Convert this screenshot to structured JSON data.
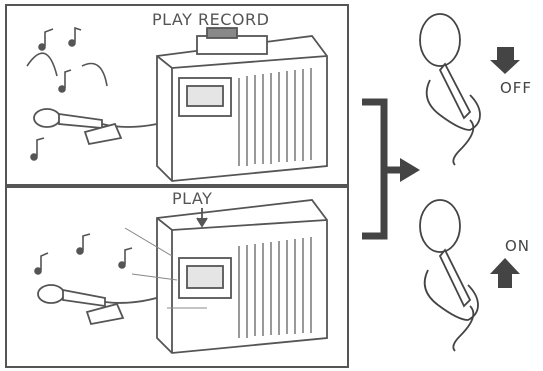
{
  "panels": {
    "top": {
      "label": "PLAY RECORD"
    },
    "bottom": {
      "label": "PLAY"
    }
  },
  "mic_states": {
    "off": {
      "label": "OFF",
      "arrow": "down"
    },
    "on": {
      "label": "ON",
      "arrow": "up"
    }
  },
  "colors": {
    "line": "#555555",
    "arrow": "#444444"
  }
}
